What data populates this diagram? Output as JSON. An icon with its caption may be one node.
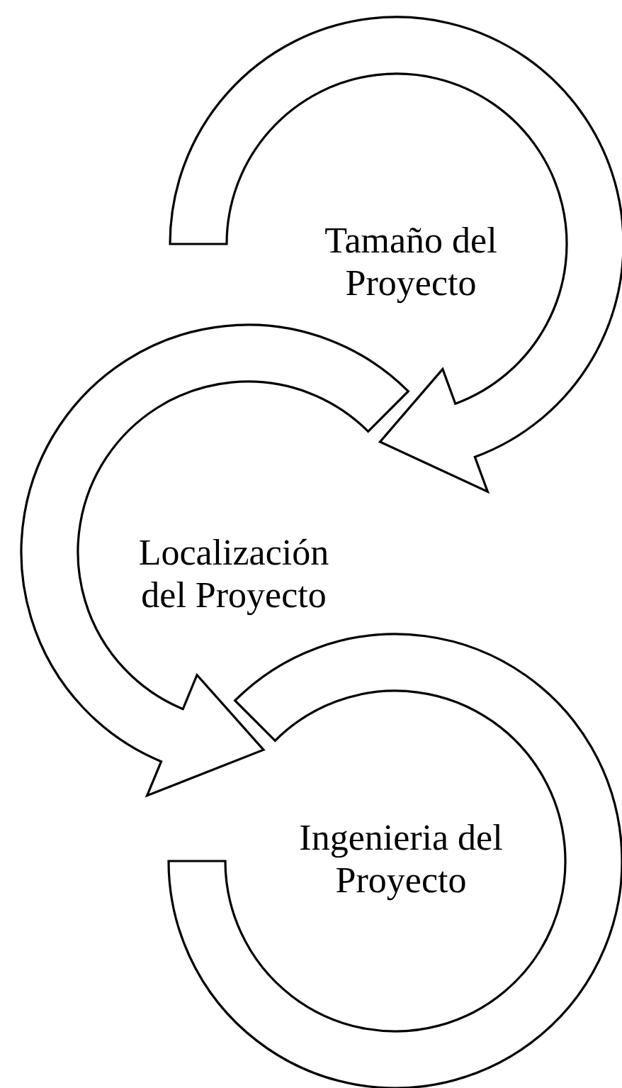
{
  "diagram": {
    "nodes": [
      {
        "text": [
          "Tamaño del Proyecto"
        ]
      },
      {
        "text": [
          "Localización del Proyecto"
        ]
      },
      {
        "text": [
          "Ingenieria del Proyecto"
        ]
      }
    ],
    "edges": [
      {
        "from": 0,
        "to": 1,
        "arrow": "to"
      },
      {
        "from": 1,
        "to": 2,
        "arrow": "to"
      }
    ]
  }
}
